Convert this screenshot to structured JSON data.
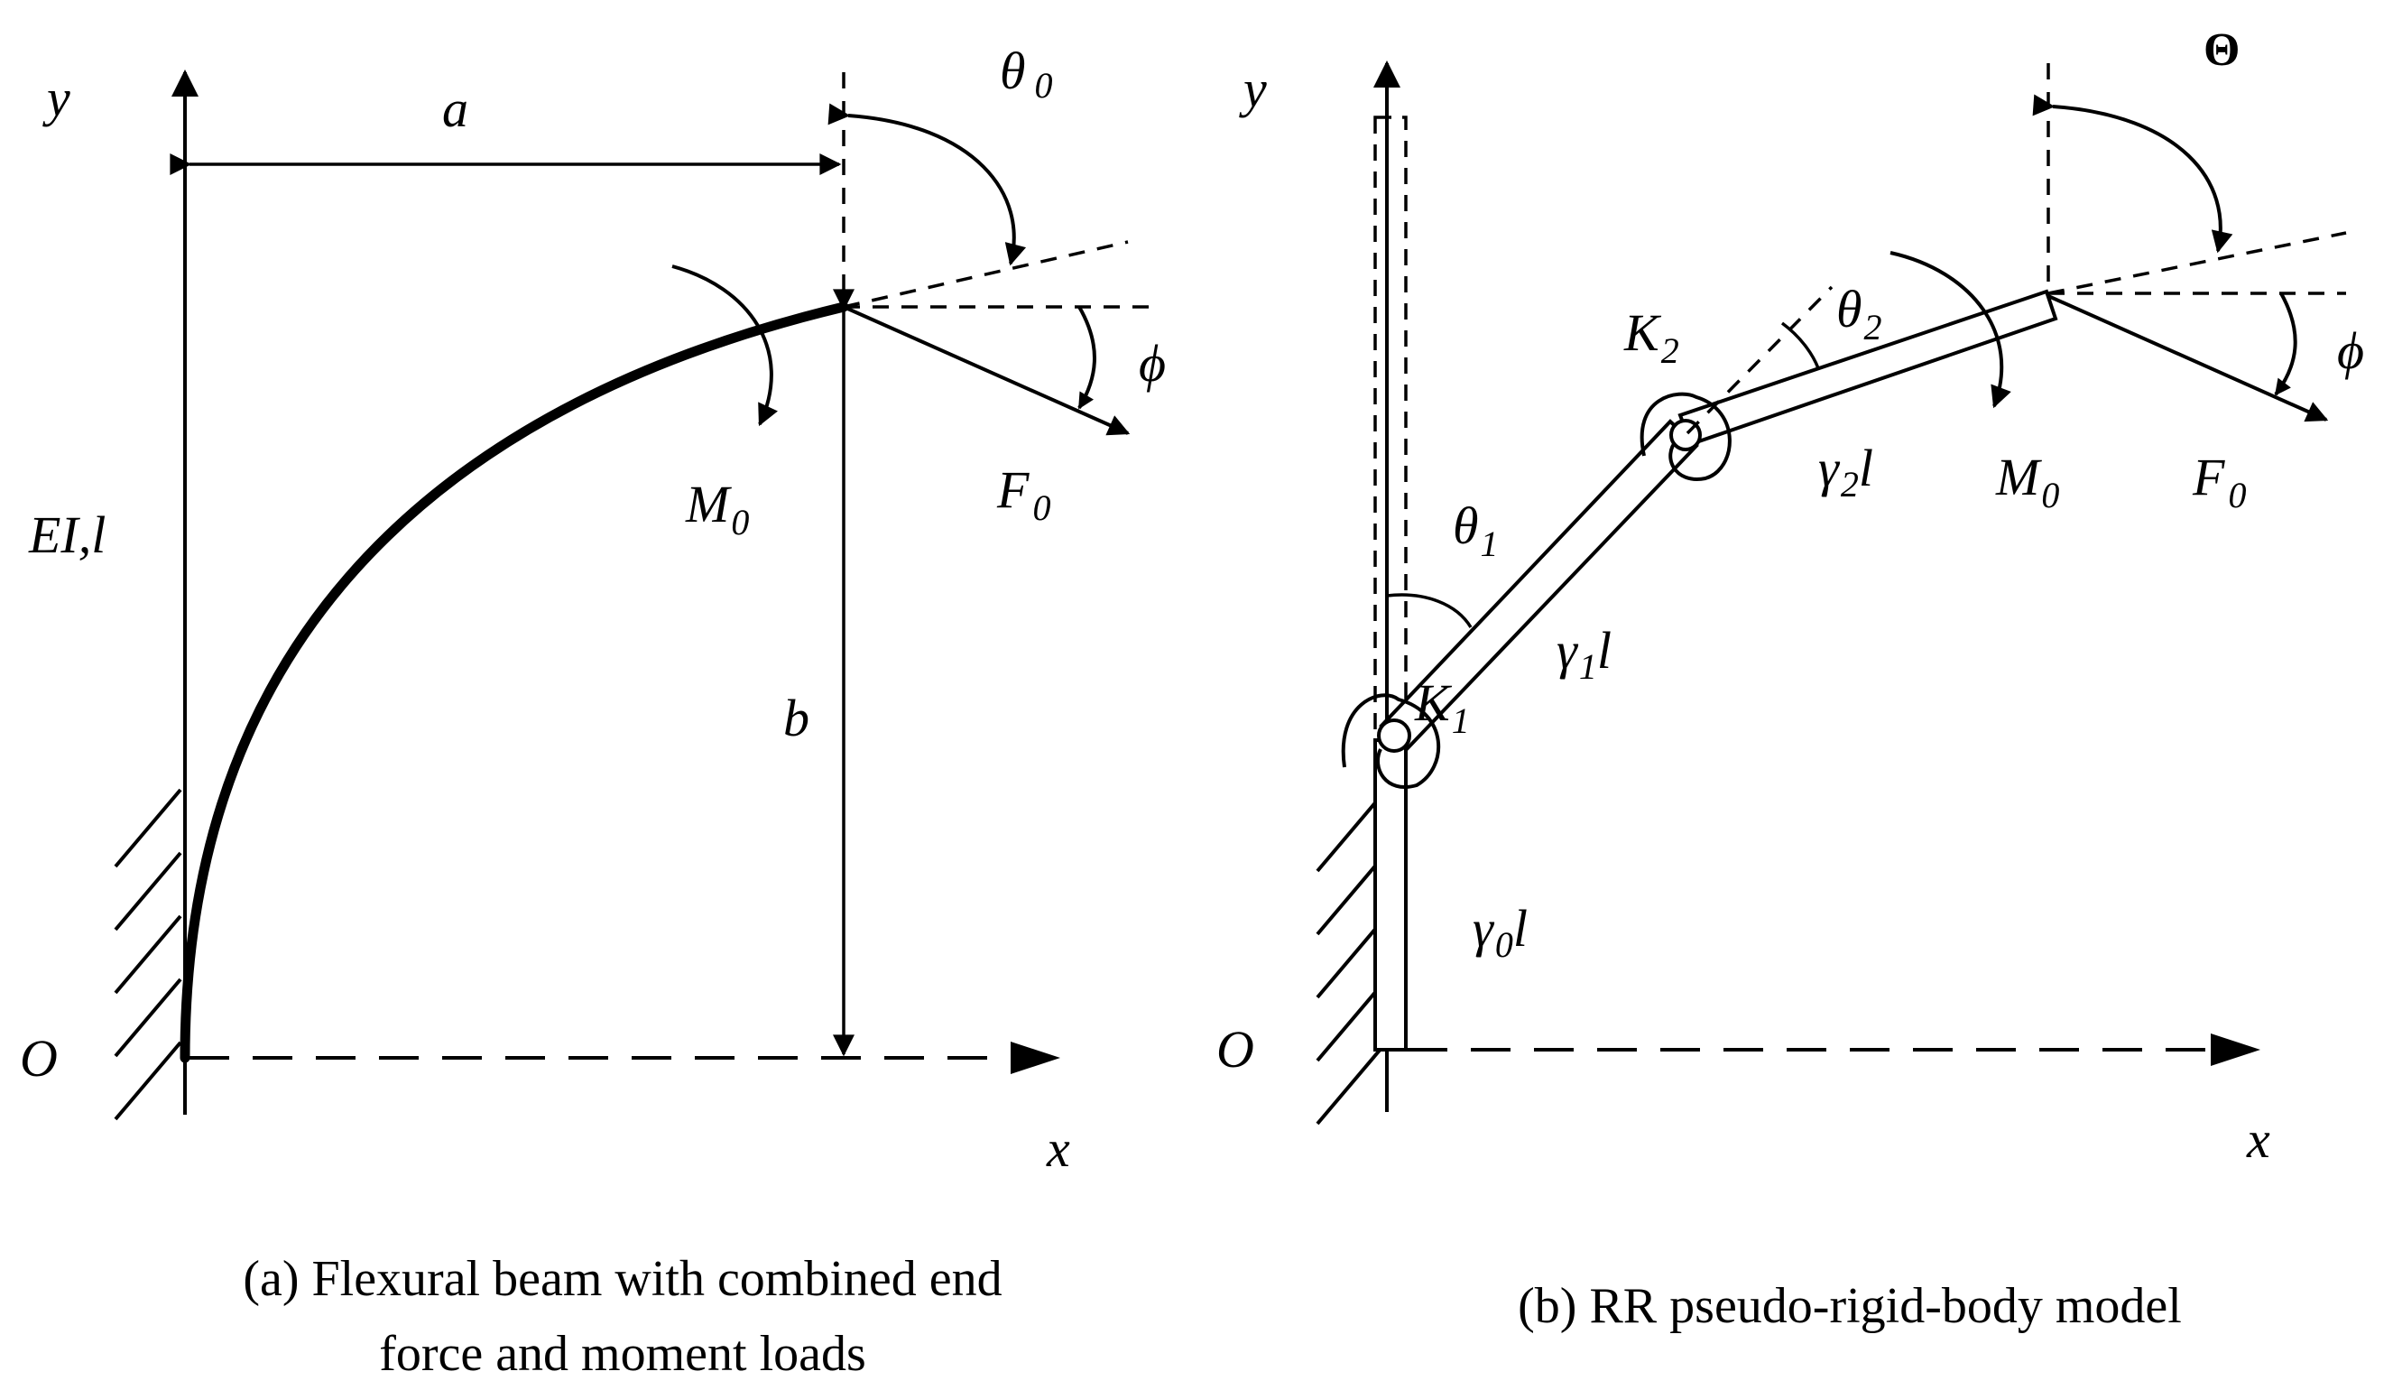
{
  "panel_a": {
    "y_axis": "y",
    "x_axis": "x",
    "origin": "O",
    "dim_a": "a",
    "dim_b": "b",
    "beam_props": "EI,l",
    "angle_theta": "θ",
    "angle_theta_sub": "0",
    "angle_phi": "ϕ",
    "moment": "M",
    "moment_sub": "0",
    "force": "F",
    "force_sub": "0",
    "caption_line1": "(a) Flexural beam with combined end",
    "caption_line2": "force and moment loads"
  },
  "panel_b": {
    "y_axis": "y",
    "x_axis": "x",
    "origin": "O",
    "angle_big_theta": "Θ",
    "angle_phi": "ϕ",
    "theta1": "θ",
    "theta1_sub": "1",
    "theta2": "θ",
    "theta2_sub": "2",
    "spring1": "K",
    "spring1_sub": "1",
    "spring2": "K",
    "spring2_sub": "2",
    "link0": "γ",
    "link0_sub": "0",
    "link0_tail": "l",
    "link1": "γ",
    "link1_sub": "1",
    "link1_tail": "l",
    "link2": "γ",
    "link2_sub": "2",
    "link2_tail": "l",
    "moment": "M",
    "moment_sub": "0",
    "force": "F",
    "force_sub": "0",
    "caption": "(b) RR pseudo-rigid-body model"
  }
}
